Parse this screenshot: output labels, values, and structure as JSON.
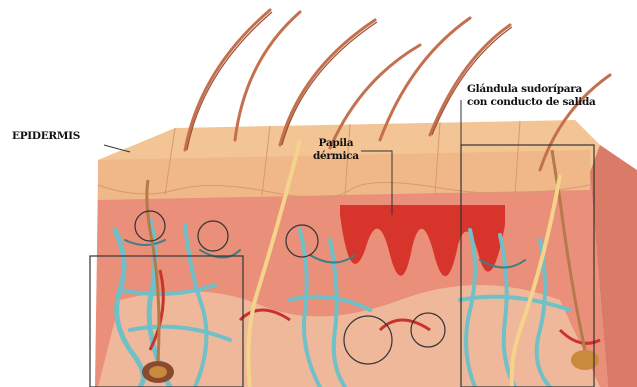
{
  "labels": {
    "epidermis": "EPIDERMIS",
    "papila_line1": "Papila",
    "papila_line2": "dérmica",
    "glandula_line1": "Glándula sudorípara",
    "glandula_line2": "con conducto de salida"
  },
  "colors": {
    "background": "#ffffff",
    "epidermis": "#f0b888",
    "dermis": "#e98f7a",
    "papilla": "#d7352b",
    "hair": "#c4704f",
    "capillary": "#6fc0c8",
    "vein": "#3e7f86",
    "gland": "#c98a3c",
    "annotation": "#333333"
  },
  "icons": [
    "skin-block",
    "hair-shaft",
    "capillary-network",
    "sweat-gland",
    "highlight-circle",
    "highlight-box"
  ]
}
